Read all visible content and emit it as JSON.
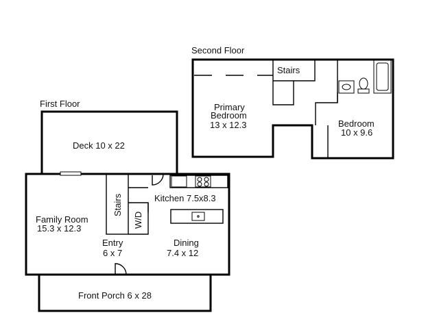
{
  "floors": {
    "second": {
      "title": "Second Floor"
    },
    "first": {
      "title": "First Floor"
    }
  },
  "rooms": {
    "primary_bedroom": {
      "name_line1": "Primary",
      "name_line2": "Bedroom",
      "dims": "13 x 12.3"
    },
    "stairs_upper": {
      "name": "Stairs"
    },
    "bedroom": {
      "name": "Bedroom",
      "dims": "10 x 9.6"
    },
    "deck": {
      "label": "Deck 10 x 22"
    },
    "stairs_lower": {
      "name": "Stairs"
    },
    "washer_dryer": {
      "name": "W/D"
    },
    "kitchen": {
      "label": "Kitchen 7.5x8.3"
    },
    "family_room": {
      "name": "Family Room",
      "dims": "15.3 x 12.3"
    },
    "entry": {
      "name": "Entry",
      "dims": "6 x 7"
    },
    "dining": {
      "name": "Dining",
      "dims": "7.4 x 12"
    },
    "front_porch": {
      "label": "Front Porch 6 x 28"
    }
  }
}
